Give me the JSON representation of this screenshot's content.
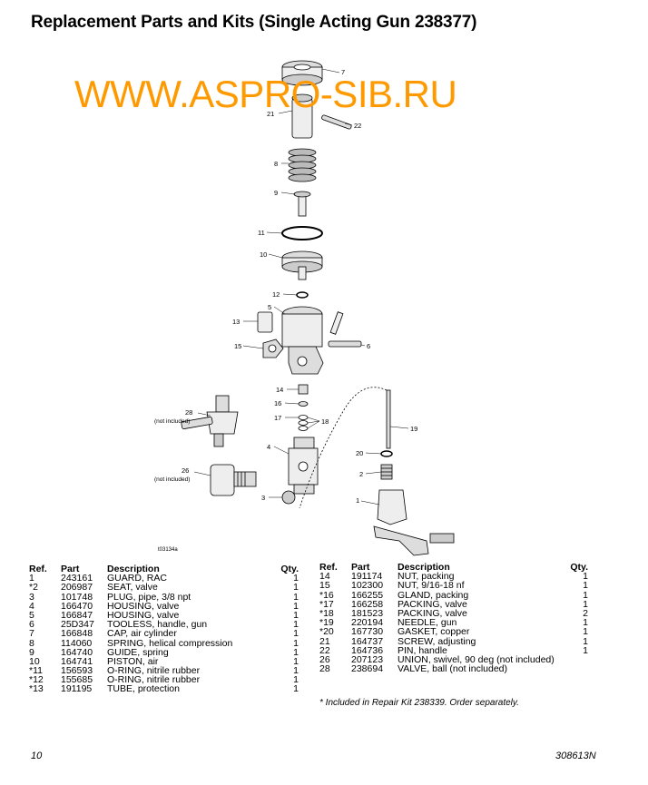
{
  "title": "Replacement Parts and Kits (Single Acting Gun 238377)",
  "watermark": "WWW.ASPRO-SIB.RU",
  "figure": {
    "id": "t03134a",
    "callouts": [
      "7",
      "21",
      "22",
      "8",
      "9",
      "11",
      "10",
      "12",
      "5",
      "13",
      "15",
      "6",
      "14",
      "16",
      "17",
      "18",
      "28",
      "(not included)",
      "26",
      "(not included)",
      "19",
      "4",
      "20",
      "2",
      "3",
      "1"
    ]
  },
  "table_headers": {
    "ref": "Ref.",
    "part": "Part",
    "description": "Description",
    "qty": "Qty."
  },
  "left_rows": [
    {
      "ref": "1",
      "part": "243161",
      "desc": "GUARD, RAC",
      "qty": "1"
    },
    {
      "ref": "*2",
      "part": "206987",
      "desc": "SEAT, valve",
      "qty": "1"
    },
    {
      "ref": "3",
      "part": "101748",
      "desc": "PLUG, pipe, 3/8 npt",
      "qty": "1"
    },
    {
      "ref": "4",
      "part": "166470",
      "desc": "HOUSING, valve",
      "qty": "1"
    },
    {
      "ref": "5",
      "part": "166847",
      "desc": "HOUSING, valve",
      "qty": "1"
    },
    {
      "ref": "6",
      "part": "25D347",
      "desc": "TOOLESS, handle, gun",
      "qty": "1"
    },
    {
      "ref": "7",
      "part": "166848",
      "desc": "CAP, air cylinder",
      "qty": "1"
    },
    {
      "ref": "8",
      "part": "114060",
      "desc": "SPRING, helical compression",
      "qty": "1"
    },
    {
      "ref": "9",
      "part": "164740",
      "desc": "GUIDE, spring",
      "qty": "1"
    },
    {
      "ref": "10",
      "part": "164741",
      "desc": "PISTON, air",
      "qty": "1"
    },
    {
      "ref": "*11",
      "part": "156593",
      "desc": "O-RING, nitrile rubber",
      "qty": "1"
    },
    {
      "ref": "*12",
      "part": "155685",
      "desc": "O-RING, nitrile rubber",
      "qty": "1"
    },
    {
      "ref": "*13",
      "part": "191195",
      "desc": "TUBE, protection",
      "qty": "1"
    }
  ],
  "right_rows": [
    {
      "ref": "14",
      "part": "191174",
      "desc": "NUT, packing",
      "qty": "1"
    },
    {
      "ref": "15",
      "part": "102300",
      "desc": "NUT, 9/16-18 nf",
      "qty": "1"
    },
    {
      "ref": "*16",
      "part": "166255",
      "desc": "GLAND, packing",
      "qty": "1"
    },
    {
      "ref": "*17",
      "part": "166258",
      "desc": "PACKING, valve",
      "qty": "1"
    },
    {
      "ref": "*18",
      "part": "181523",
      "desc": "PACKING, valve",
      "qty": "2"
    },
    {
      "ref": "*19",
      "part": "220194",
      "desc": "NEEDLE, gun",
      "qty": "1"
    },
    {
      "ref": "*20",
      "part": "167730",
      "desc": "GASKET, copper",
      "qty": "1"
    },
    {
      "ref": "21",
      "part": "164737",
      "desc": "SCREW, adjusting",
      "qty": "1"
    },
    {
      "ref": "22",
      "part": "164736",
      "desc": "PIN, handle",
      "qty": "1"
    },
    {
      "ref": "26",
      "part": "207123",
      "desc": "UNION, swivel, 90 deg (not included)",
      "qty": ""
    },
    {
      "ref": "28",
      "part": "238694",
      "desc": "VALVE, ball (not included)",
      "qty": ""
    }
  ],
  "footnote": "* Included in Repair Kit 238339. Order separately.",
  "footer": {
    "page": "10",
    "doc": "308613N"
  }
}
